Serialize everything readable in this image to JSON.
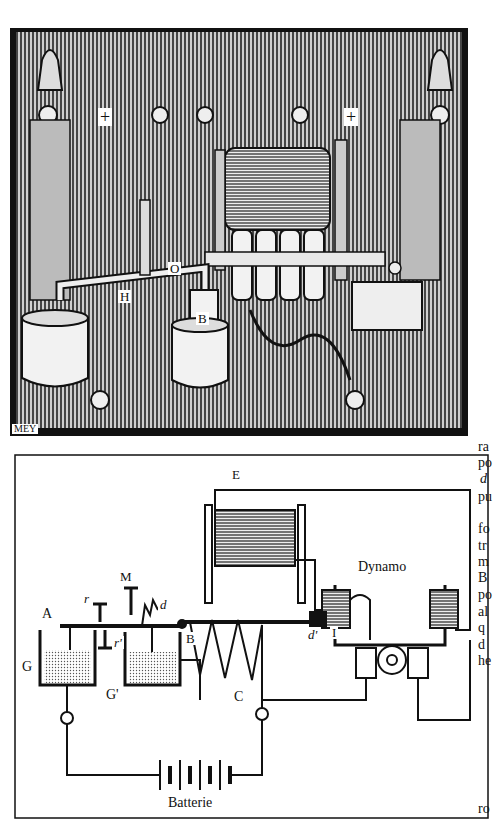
{
  "diagram": {
    "labels": [
      "+",
      "+",
      "H",
      "O",
      "B",
      "MEY",
      "M",
      "r",
      "r'",
      "A",
      "d",
      "B",
      "E",
      "d'",
      "Dynamo",
      "G",
      "G'",
      "C",
      "I",
      "Batterie",
      "ra",
      "po",
      "d",
      "pu",
      "fo",
      "tr",
      "m",
      "B",
      "po",
      "al",
      "q",
      "d",
      "he",
      "ro"
    ]
  }
}
